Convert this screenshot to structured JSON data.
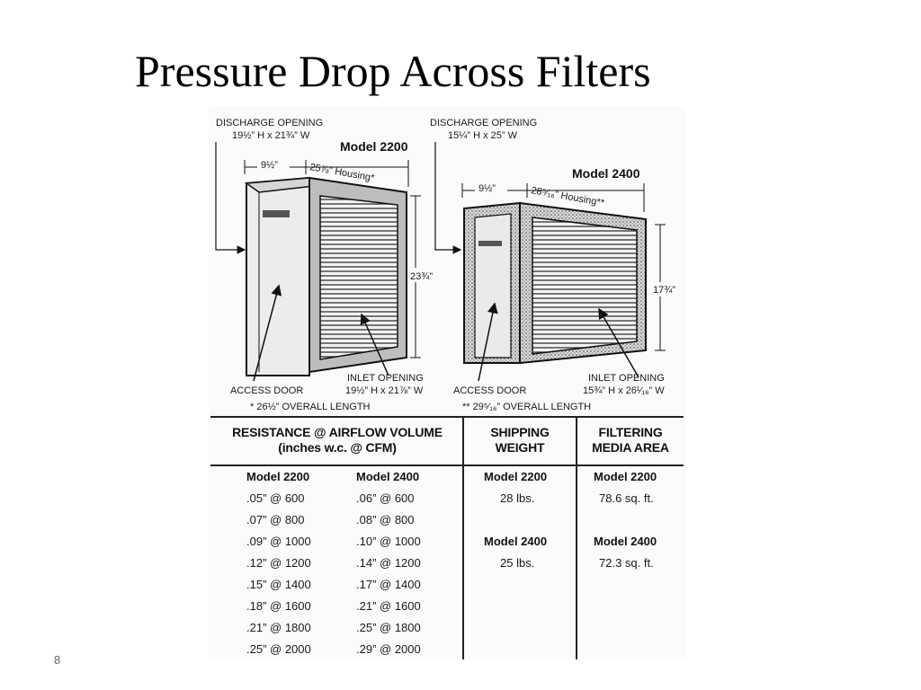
{
  "slide": {
    "title": "Pressure Drop Across Filters",
    "page_number": "8"
  },
  "diagram": {
    "model_2200": {
      "name": "Model 2200",
      "discharge_label": "DISCHARGE OPENING",
      "discharge_dims": "19½” H x 21¾” W",
      "depth": "9½”",
      "housing": "25⅞” Housing*",
      "height": "23¾”",
      "access_door": "ACCESS DOOR",
      "inlet_label": "INLET OPENING",
      "inlet_dims": "19½” H x 21⅞” W",
      "overall_length": "* 26½” OVERALL LENGTH"
    },
    "model_2400": {
      "name": "Model 2400",
      "discharge_label": "DISCHARGE OPENING",
      "discharge_dims": "15¼” H x 25” W",
      "depth": "9½”",
      "housing": "28⁵⁄₁₆” Housing**",
      "height": "17¾”",
      "access_door": "ACCESS DOOR",
      "inlet_label": "INLET OPENING",
      "inlet_dims": "15¾” H x 26¹⁄₁₆” W",
      "overall_length": "** 29⁵⁄₁₆” OVERALL LENGTH"
    }
  },
  "table": {
    "headers": {
      "resistance": "RESISTANCE @ AIRFLOW VOLUME",
      "resistance_sub": "(inches w.c. @ CFM)",
      "shipping_1": "SHIPPING",
      "shipping_2": "WEIGHT",
      "filtering_1": "FILTERING",
      "filtering_2": "MEDIA AREA"
    },
    "resistance_columns": [
      "Model 2200",
      "Model 2400"
    ],
    "resistance_rows": [
      [
        ".05” @ 600",
        ".06” @ 600"
      ],
      [
        ".07” @ 800",
        ".08” @ 800"
      ],
      [
        ".09” @ 1000",
        ".10” @ 1000"
      ],
      [
        ".12” @ 1200",
        ".14” @ 1200"
      ],
      [
        ".15” @ 1400",
        ".17” @ 1400"
      ],
      [
        ".18” @ 1600",
        ".21” @ 1600"
      ],
      [
        ".21” @ 1800",
        ".25” @ 1800"
      ],
      [
        ".25” @ 2000",
        ".29” @ 2000"
      ]
    ],
    "shipping": [
      {
        "model": "Model 2200",
        "value": "28 lbs."
      },
      {
        "model": "Model 2400",
        "value": "25 lbs."
      }
    ],
    "filtering": [
      {
        "model": "Model 2200",
        "value": "78.6 sq. ft."
      },
      {
        "model": "Model 2400",
        "value": "72.3 sq. ft."
      }
    ]
  }
}
